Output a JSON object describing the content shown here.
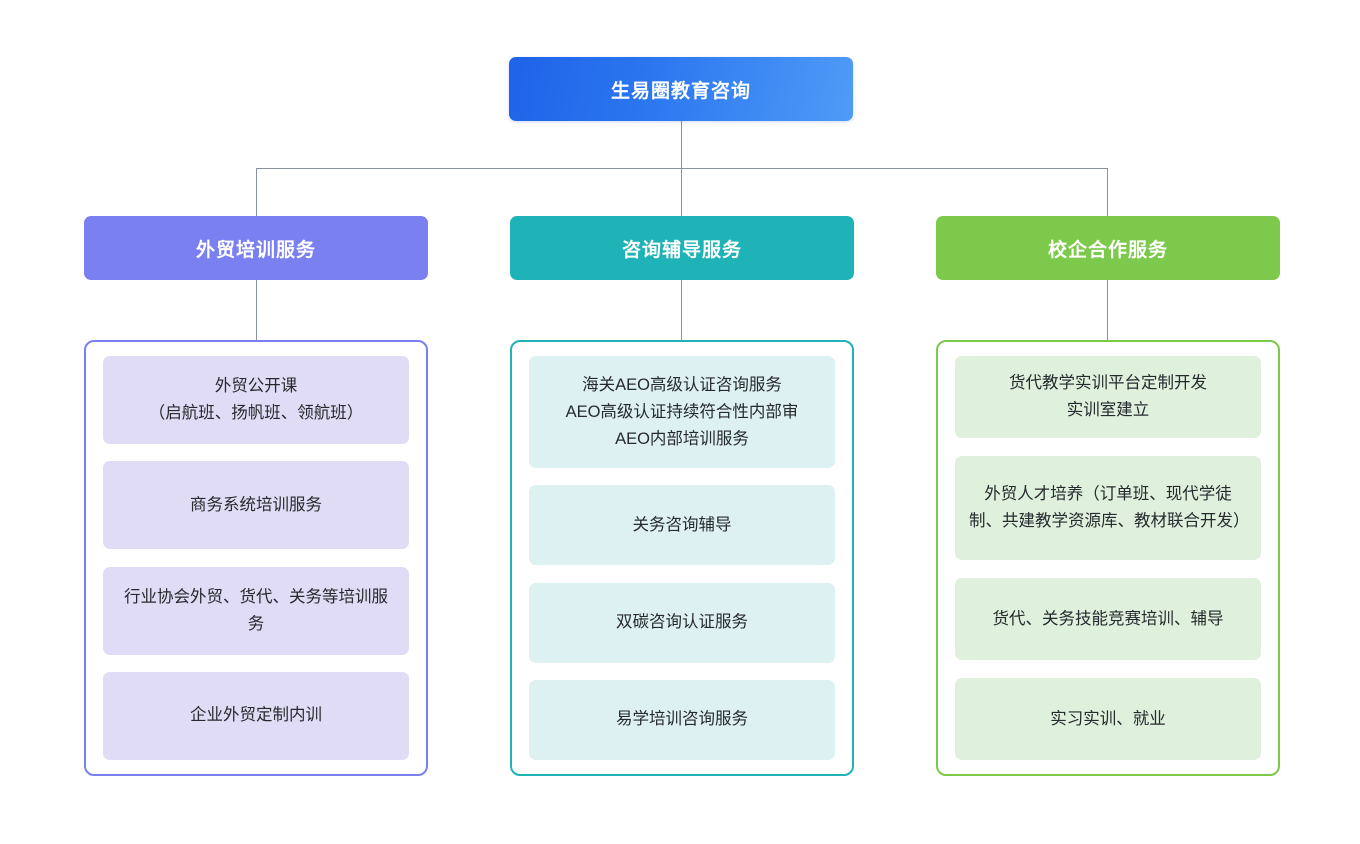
{
  "diagram": {
    "type": "organizational-tree",
    "root": {
      "label": "生易圈教育咨询",
      "color": "#2a75ef"
    },
    "branches": [
      {
        "label": "外贸培训服务",
        "color": "#7b80f0",
        "card_color": "#e0dcf5",
        "items": [
          "外贸公开课\n（启航班、扬帆班、领航班）",
          "商务系统培训服务",
          "行业协会外贸、货代、关务等培训服务",
          "企业外贸定制内训"
        ]
      },
      {
        "label": "咨询辅导服务",
        "color": "#1fb3b8",
        "card_color": "#ddf1f2",
        "items": [
          "海关AEO高级认证咨询服务\nAEO高级认证持续符合性内部审\nAEO内部培训服务",
          "关务咨询辅导",
          "双碳咨询认证服务",
          "易学培训咨询服务"
        ]
      },
      {
        "label": "校企合作服务",
        "color": "#7cc94b",
        "card_color": "#dff0dc",
        "items": [
          "货代教学实训平台定制开发\n实训室建立",
          "外贸人才培养（订单班、现代学徒制、共建教学资源库、教材联合开发）",
          "货代、关务技能竞赛培训、辅导",
          "实习实训、就业"
        ]
      }
    ],
    "connector_color": "#8a939c"
  }
}
